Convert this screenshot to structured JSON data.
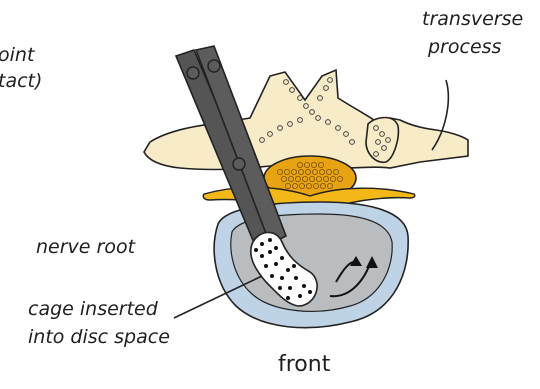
{
  "labels": {
    "joint_line1": "oint",
    "joint_line2": "tact)",
    "transverse_line1": "transverse",
    "transverse_line2": "process",
    "nerve_root": "nerve root",
    "cage_line1": "cage inserted",
    "cage_line2": "into disc space",
    "front": "front"
  },
  "colors": {
    "bone": "#f8ebc8",
    "outline": "#222222",
    "nerve": "#f2b818",
    "spinal_cord": "#e8a312",
    "disc_outer": "#bfd3e6",
    "disc_inner": "#b9bdc0",
    "instrument": "#555555",
    "text": "#1f1f1f"
  }
}
